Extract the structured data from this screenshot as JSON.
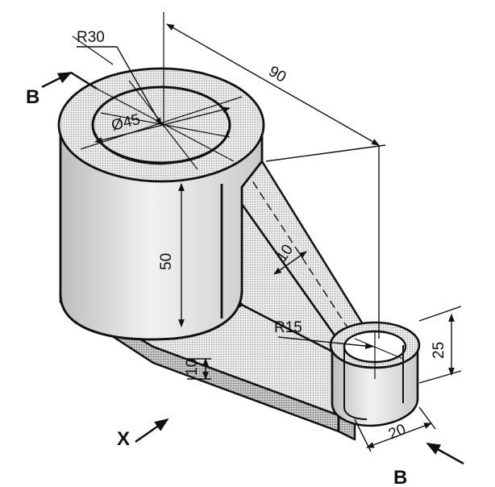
{
  "labels": {
    "section_top": "B",
    "section_bottom": "B",
    "axis": "X",
    "r_outer": "R30",
    "d_bore": "Ø45",
    "length": "90",
    "height": "50",
    "rib": "10",
    "base": "10",
    "r_boss": "R15",
    "boss_height": "25",
    "boss_width": "20"
  },
  "colors": {
    "ink": "#111111",
    "shade": "#d2d2d2",
    "light": "#ececec",
    "paper": "#ffffff"
  }
}
